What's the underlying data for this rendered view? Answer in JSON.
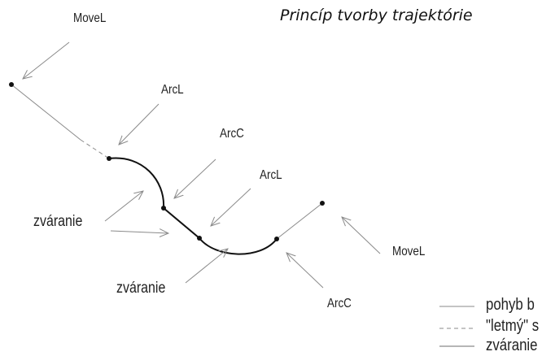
{
  "title": "Princíp tvorby trajektórie",
  "points": {
    "movel_start": "MoveL",
    "arcl_first": "ArcL",
    "arcc_first": "ArcC",
    "arcl_second": "ArcL",
    "movel_end": "MoveL",
    "arcc_second": "ArcC"
  },
  "weld_labels": {
    "left": "zváranie",
    "bottom": "zváranie"
  },
  "legend": {
    "items": [
      {
        "style": "solid thin",
        "label": "pohyb b"
      },
      {
        "style": "dashed",
        "label": "\"letmý\" s"
      },
      {
        "style": "solid",
        "label": "zváranie"
      }
    ]
  }
}
